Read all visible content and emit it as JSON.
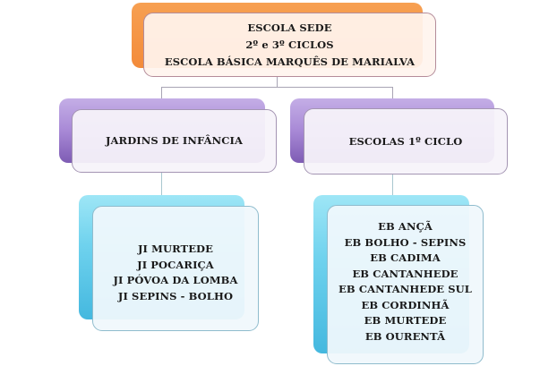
{
  "diagram": {
    "type": "org-chart",
    "root": {
      "lines": [
        "ESCOLA SEDE",
        "2º e 3º CICLOS",
        "ESCOLA BÁSICA MARQUÊS DE MARIALVA"
      ],
      "color": "#f38b3a"
    },
    "branches": [
      {
        "title": "JARDINS DE INFÂNCIA",
        "color": "#a889d6",
        "children": {
          "color": "#6fd2ee",
          "items": [
            "JI MURTEDE",
            "JI POCARIÇA",
            "JI PÓVOA DA LOMBA",
            "JI SEPINS - BOLHO"
          ]
        }
      },
      {
        "title": "ESCOLAS 1º CICLO",
        "color": "#a889d6",
        "children": {
          "color": "#6fd2ee",
          "items": [
            "EB ANÇÃ",
            "EB BOLHO - SEPINS",
            "EB CADIMA",
            "EB CANTANHEDE",
            "EB CANTANHEDE SUL",
            "EB CORDINHÃ",
            "EB MURTEDE",
            "EB OURENTÃ"
          ]
        }
      }
    ]
  }
}
